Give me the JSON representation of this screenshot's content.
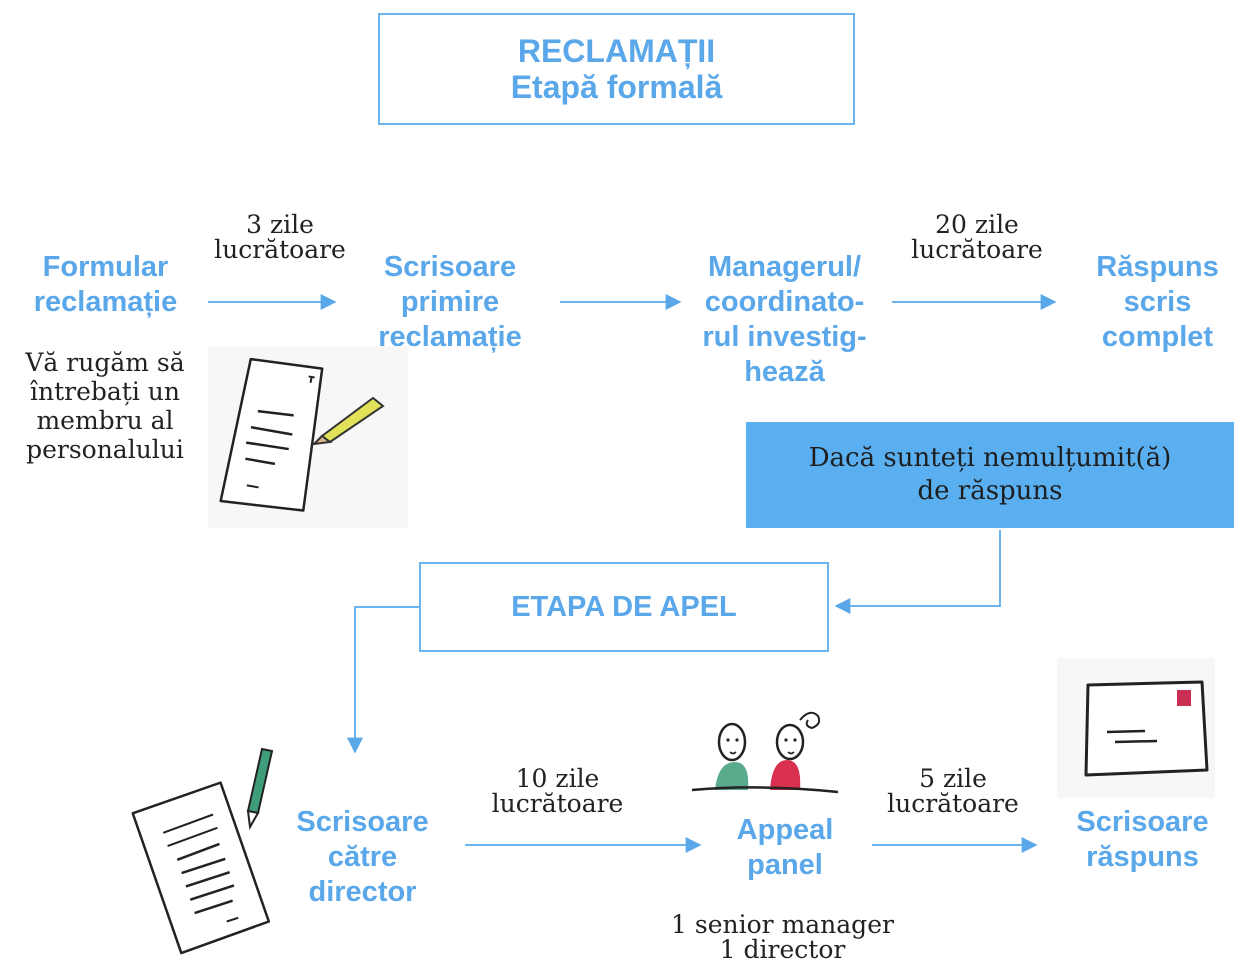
{
  "title": {
    "line1": "RECLAMAȚII",
    "line2": "Etapă formală"
  },
  "nodes": {
    "formular": "Formular\nreclamație",
    "scrisoare_primire": "Scrisoare\nprimire\nreclamație",
    "manager": "Managerul/\ncoordinato-\nrul investig-\nhează",
    "raspuns_scris": "Răspuns\nscris\ncomplet",
    "scrisoare_director": "Scrisoare\ncătre\ndirector",
    "appeal_panel": "Appeal\npanel",
    "scrisoare_raspuns": "Scrisoare\nrăspuns"
  },
  "notes": {
    "zile_3": "3 zile\nlucrătoare",
    "zile_20": "20 zile\nlucrătoare",
    "zile_10": "10 zile\nlucrătoare",
    "zile_5": "5 zile\nlucrătoare",
    "ask_staff": "Vă rugăm să\nîntrebați un\nmembru al\npersonalului",
    "panel_members": "1 senior manager\n1 director"
  },
  "unhappy_box": "Dacă sunteți nemulțumit(ă)\nde răspuns",
  "appeal_stage": "ETAPA DE APEL",
  "colors": {
    "accent": "#5aa7ea",
    "border": "#6cb4ee",
    "highlight": "#5aaff0",
    "person_teal": "#5aaa8c",
    "person_red": "#d9304f",
    "stamp_red": "#c92f53",
    "pencil_yellow": "#e2e25a",
    "pen_green": "#3f9e7a"
  },
  "icons": [
    "form-sketch-icon",
    "pencil-icon",
    "letter-sketch-icon",
    "pen-icon",
    "people-sketch-icon",
    "envelope-sketch-icon"
  ]
}
